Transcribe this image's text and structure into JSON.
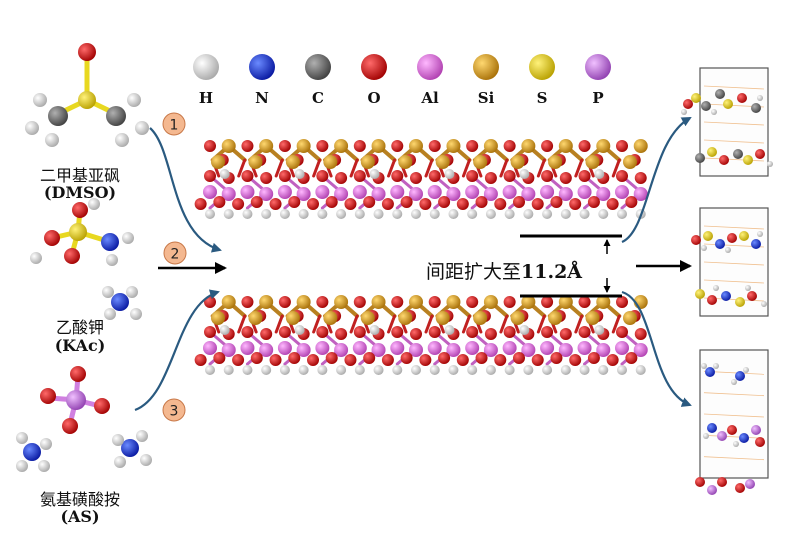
{
  "legend": [
    {
      "symbol": "H",
      "color": "#e8e8e8"
    },
    {
      "symbol": "N",
      "color": "#1030d0"
    },
    {
      "symbol": "C",
      "color": "#6a6a6a"
    },
    {
      "symbol": "O",
      "color": "#e01010"
    },
    {
      "symbol": "Al",
      "color": "#e070e0"
    },
    {
      "symbol": "Si",
      "color": "#d9a020"
    },
    {
      "symbol": "S",
      "color": "#e8d820"
    },
    {
      "symbol": "P",
      "color": "#d080e0"
    }
  ],
  "molecules": [
    {
      "step": "1",
      "name_cn": "二甲基亚砜",
      "abbr": "(DMSO)"
    },
    {
      "step": "2",
      "name_cn": "乙酸钾",
      "abbr": "(KAc)"
    },
    {
      "step": "3",
      "name_cn": "氨基磺酸按",
      "abbr": "(AS)"
    }
  ],
  "spacing_label": {
    "text": "间距扩大至",
    "value": "11.2Å"
  },
  "colors": {
    "arrow": "#2a5a80",
    "step_circle": "#f4b890"
  }
}
